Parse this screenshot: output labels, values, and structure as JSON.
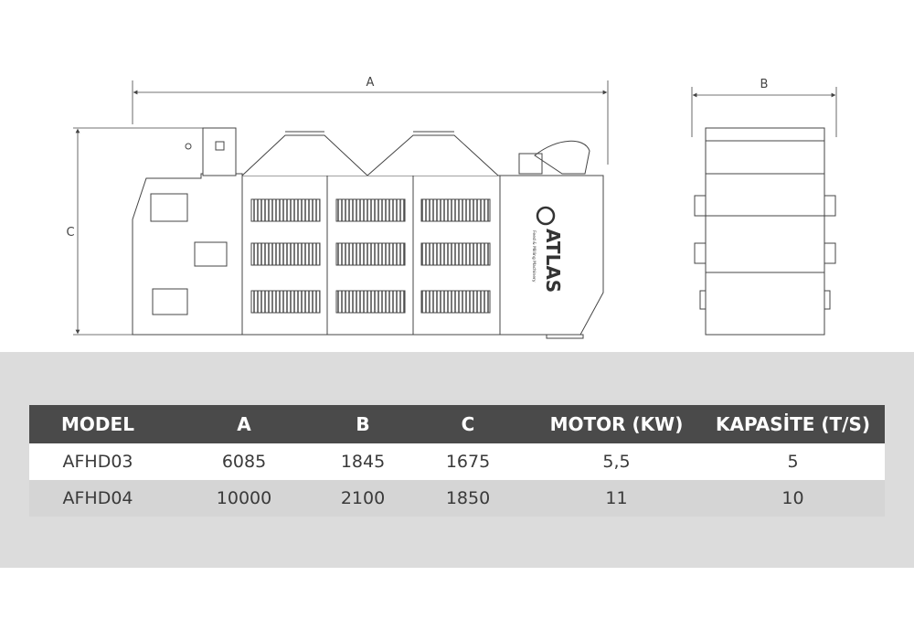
{
  "drawing": {
    "dimensions": {
      "a": "A",
      "b": "B",
      "c": "C"
    },
    "brand_logo": "ATLAS",
    "brand_tagline": "Feed & Milling Machinery"
  },
  "table": {
    "headers": [
      "MODEL",
      "A",
      "B",
      "C",
      "MOTOR (KW)",
      "KAPASİTE (T/S)"
    ],
    "rows": [
      [
        "AFHD03",
        "6085",
        "1845",
        "1675",
        "5,5",
        "5"
      ],
      [
        "AFHD04",
        "10000",
        "2100",
        "1850",
        "11",
        "10"
      ]
    ]
  },
  "colors": {
    "header_bg": "#4a4a4a",
    "band_bg": "#dcdcdc",
    "row_alt_bg": "#d5d5d5",
    "line": "#444444"
  }
}
